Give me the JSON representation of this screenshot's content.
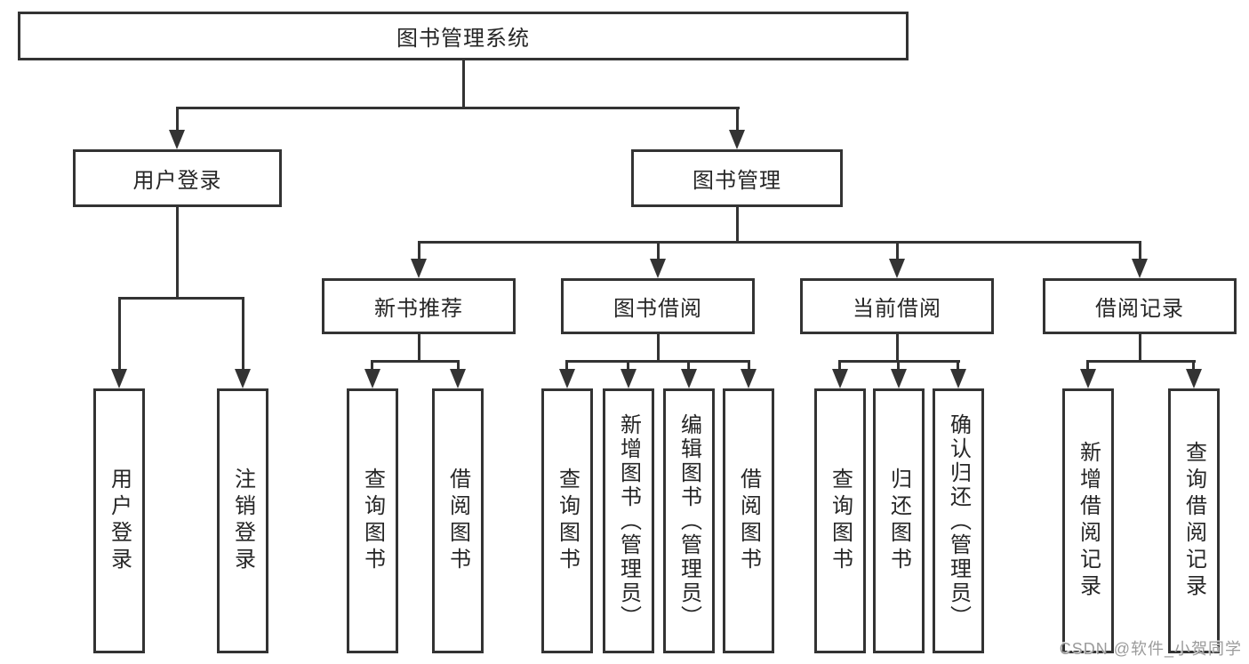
{
  "tree": {
    "root": {
      "label": "图书管理系统"
    },
    "branches": [
      {
        "label": "用户登录",
        "children": [
          {
            "label": "用户登录"
          },
          {
            "label": "注销登录"
          }
        ]
      },
      {
        "label": "图书管理",
        "children": [
          {
            "label": "新书推荐",
            "children": [
              {
                "label": "查询图书"
              },
              {
                "label": "借阅图书"
              }
            ]
          },
          {
            "label": "图书借阅",
            "children": [
              {
                "label": "查询图书"
              },
              {
                "label": "新增图书（管理员）"
              },
              {
                "label": "编辑图书（管理员）"
              },
              {
                "label": "借阅图书"
              }
            ]
          },
          {
            "label": "当前借阅",
            "children": [
              {
                "label": "查询图书"
              },
              {
                "label": "归还图书"
              },
              {
                "label": "确认归还（管理员）"
              }
            ]
          },
          {
            "label": "借阅记录",
            "children": [
              {
                "label": "新增借阅记录"
              },
              {
                "label": "查询借阅记录"
              }
            ]
          }
        ]
      }
    ]
  },
  "watermark": "CSDN @软件_小贺同学",
  "colors": {
    "line": "#333333",
    "text": "#262626",
    "watermark": "#9b9b9b"
  }
}
